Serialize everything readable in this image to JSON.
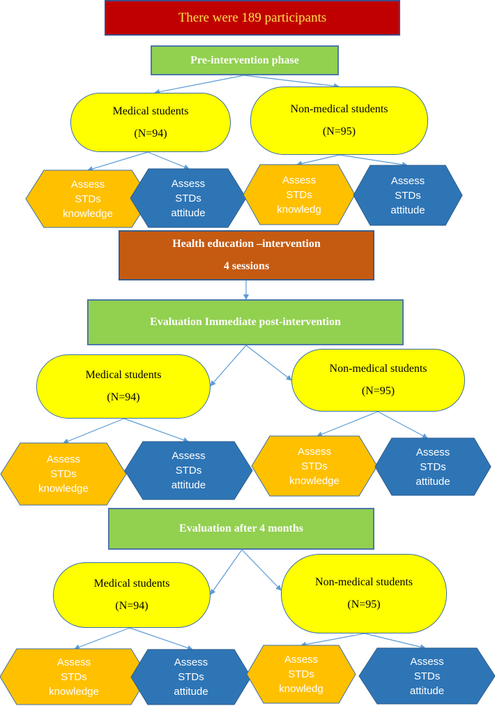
{
  "title": "There were 189 participants",
  "pre_phase": {
    "label": "Pre-intervention phase",
    "groups": [
      {
        "name": "Medical students",
        "n": "(N=94)",
        "assess": [
          "Assess",
          "STDs",
          "knowledge"
        ],
        "assess2": [
          "Assess",
          "STDs",
          "attitude"
        ]
      },
      {
        "name": "Non-medical students",
        "n": "(N=95)",
        "assess": [
          "Assess",
          "STDs",
          "knowledg"
        ],
        "assess2": [
          "Assess",
          "STDs",
          "attitude"
        ]
      }
    ]
  },
  "intervention": {
    "line1": "Health education –intervention",
    "line2": "4 sessions"
  },
  "post_phase": {
    "label": "Evaluation Immediate post-intervention",
    "groups": [
      {
        "name": "Medical students",
        "n": "(N=94)",
        "assess": [
          "Assess",
          "STDs",
          "knowledge"
        ],
        "assess2": [
          "Assess",
          "STDs",
          "attitude"
        ]
      },
      {
        "name": "Non-medical students",
        "n": "(N=95)",
        "assess": [
          "Assess",
          "STDs",
          "knowledge"
        ],
        "assess2": [
          "Assess",
          "STDs",
          "attitude"
        ]
      }
    ]
  },
  "followup_phase": {
    "label": "Evaluation after 4 months",
    "groups": [
      {
        "name": "Medical students",
        "n": "(N=94)",
        "assess": [
          "Assess",
          "STDs",
          "knowledge"
        ],
        "assess2": [
          "Assess",
          "STDs",
          "attitude"
        ]
      },
      {
        "name": "Non-medical students",
        "n": "(N=95)",
        "assess": [
          "Assess",
          "STDs",
          "knowledg"
        ],
        "assess2": [
          "Assess",
          "STDs",
          "attitude"
        ]
      }
    ]
  },
  "colors": {
    "title_fill": "#c00000",
    "title_text": "#ffe14d",
    "phase_fill": "#92d050",
    "intervention_fill": "#c55a11",
    "group_fill": "#ffff00",
    "knowledge_fill": "#ffc000",
    "attitude_fill": "#2e75b6",
    "connector": "#5b9bd5"
  }
}
